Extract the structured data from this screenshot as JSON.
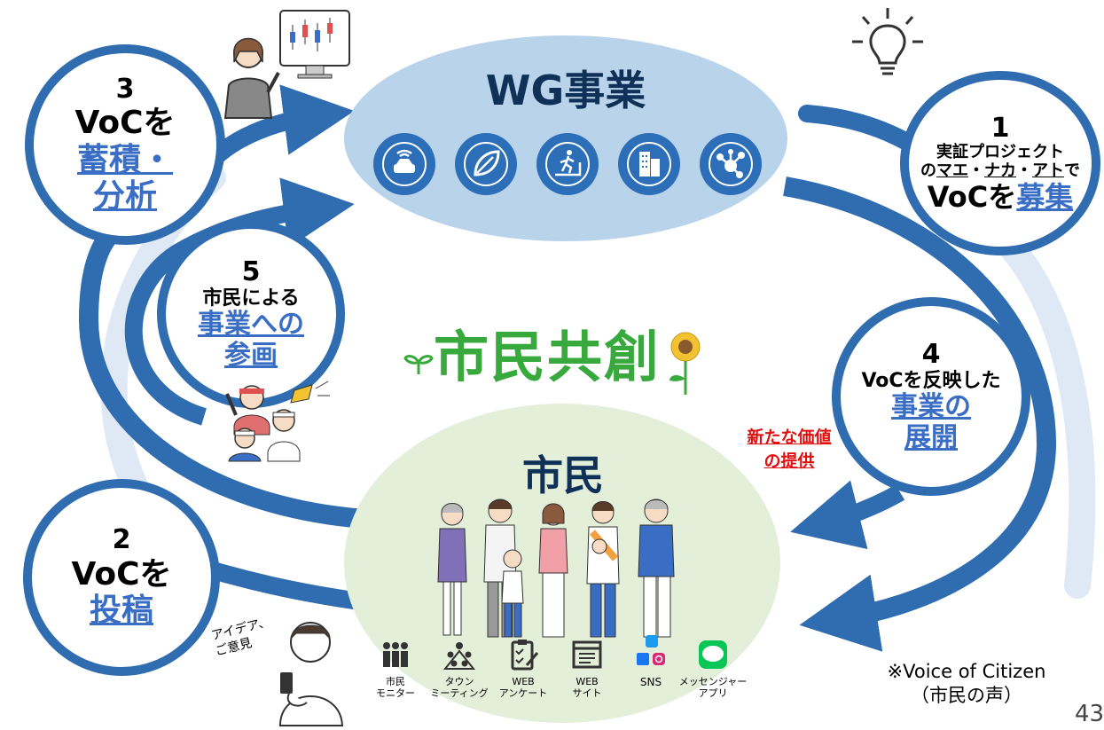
{
  "wg": {
    "title": "WG事業"
  },
  "citizen": {
    "title": "市民"
  },
  "center": {
    "title": "市民共創"
  },
  "steps": {
    "s1": {
      "num": "1",
      "line1": "実証プロジェクト",
      "line2a": "の",
      "line2b": "マエ",
      "line2c": "・",
      "line2d": "ナカ",
      "line2e": "・",
      "line2f": "アト",
      "line2g": "で",
      "line3a": "VoCを",
      "line3b": "募集"
    },
    "s2": {
      "num": "2",
      "line1": "VoCを",
      "line2": "投稿"
    },
    "s3": {
      "num": "3",
      "line1": "VoCを",
      "line2": "蓄積・",
      "line3": "分析"
    },
    "s4": {
      "num": "4",
      "line1": "VoCを反映した",
      "line2": "事業の",
      "line3": "展開"
    },
    "s5": {
      "num": "5",
      "line1": "市民による",
      "line2": "事業への",
      "line3": "参画"
    }
  },
  "new_value": {
    "line1": "新たな価値",
    "line2": "の提供"
  },
  "idea_label": {
    "line1": "アイデア、",
    "line2": "ご意見"
  },
  "channels": [
    {
      "label": "市民\nモニター"
    },
    {
      "label": "タウン\nミーティング"
    },
    {
      "label": "WEB\nアンケート"
    },
    {
      "label": "WEB\nサイト"
    },
    {
      "label": "SNS"
    },
    {
      "label": "メッセンジャー\nアプリ"
    }
  ],
  "footnote": {
    "line1": "※Voice of Citizen",
    "line2": "（市民の声）"
  },
  "page_number": "43",
  "colors": {
    "arrow": "#2f6cb0",
    "wg_ellipse": "#b9d3eb",
    "citizen_ellipse": "#e4efda",
    "title_navy": "#0f3158",
    "green": "#38a93c",
    "red": "#e01010",
    "link_blue": "#3a6ec4"
  },
  "icons": [
    "car-wifi-icon",
    "leaf-icon",
    "treadmill-icon",
    "building-icon",
    "network-icon",
    "lightbulb-icon",
    "sprout-icon",
    "sunflower-icon"
  ]
}
